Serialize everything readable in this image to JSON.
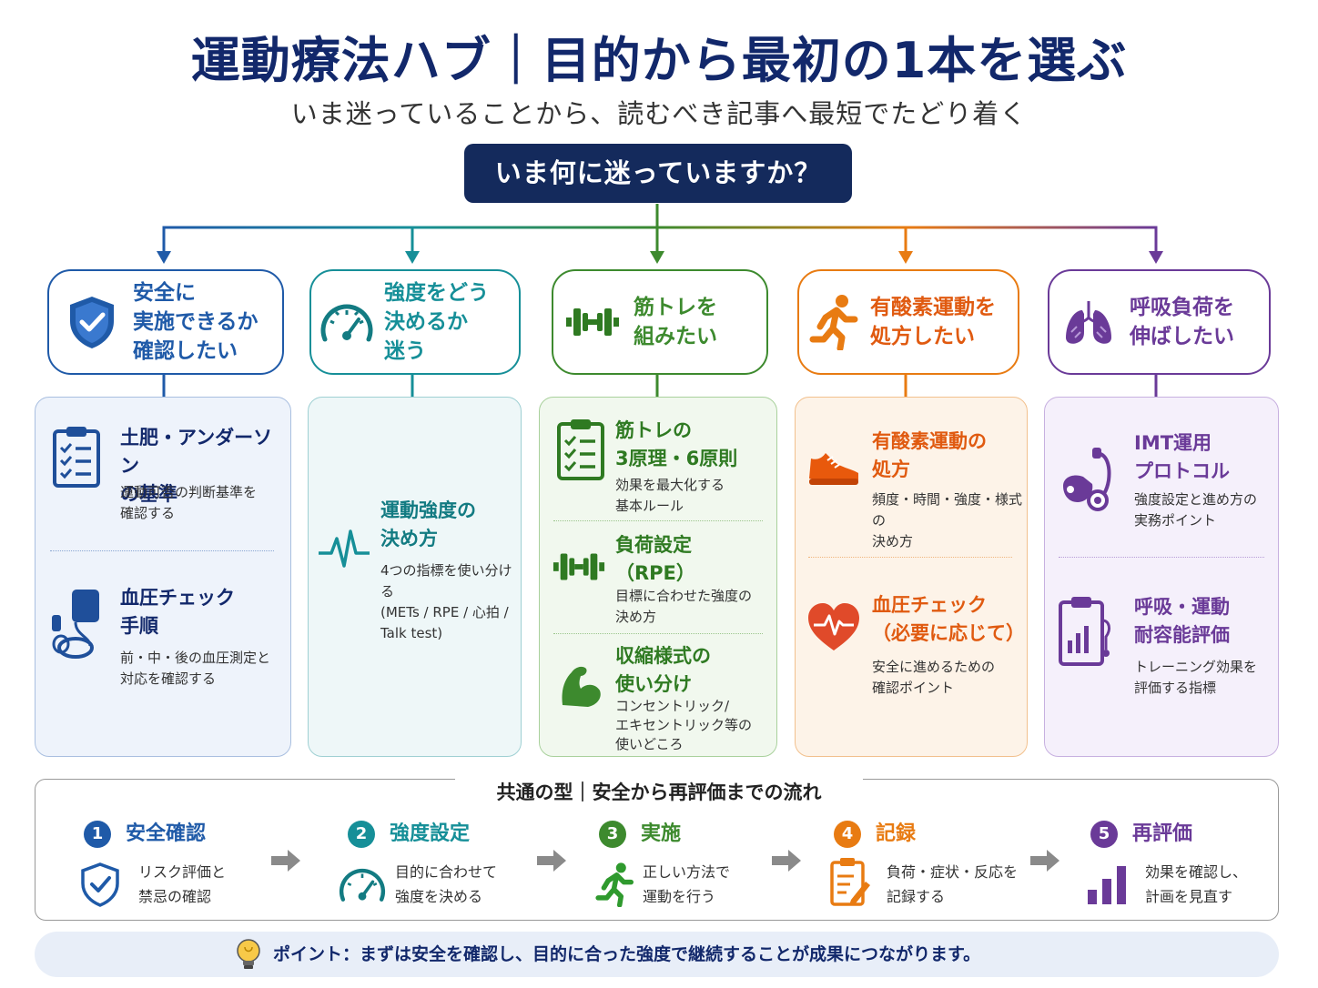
{
  "header": {
    "title": "運動療法ハブ｜目的から最初の1本を選ぶ",
    "subtitle": "いま迷っていることから、読むべき記事へ最短でたどり着く",
    "question": "いま何に迷っていますか？"
  },
  "colors": {
    "navy": "#142a5c",
    "blue": "#1f5aa8",
    "teal": "#168f98",
    "green": "#3d8a2e",
    "orange": "#e87b12",
    "purple": "#6a3a98"
  },
  "categories": [
    {
      "label": "安全に\n実施できるか\n確認したい",
      "icon": "shield-check-icon",
      "items": [
        {
          "icon": "clipboard-checklist-icon",
          "title": "土肥・アンダーソン\nの基準",
          "desc": "運動可否の判断基準を\n確認する"
        },
        {
          "icon": "blood-pressure-monitor-icon",
          "title": "血圧チェック\n手順",
          "desc": "前・中・後の血圧測定と\n対応を確認する"
        }
      ]
    },
    {
      "label": "強度をどう\n決めるか\n迷う",
      "icon": "gauge-icon",
      "items": [
        {
          "icon": "pulse-wave-icon",
          "title": "運動強度の\n決め方",
          "desc": "4つの指標を使い分ける\n(METs / RPE / 心拍 /\nTalk test)"
        }
      ]
    },
    {
      "label": "筋トレを\n組みたい",
      "icon": "dumbbell-icon",
      "items": [
        {
          "icon": "clipboard-checklist-icon",
          "title": "筋トレの\n3原理・6原則",
          "desc": "効果を最大化する\n基本ルール"
        },
        {
          "icon": "dumbbell-icon",
          "title": "負荷設定\n（RPE）",
          "desc": "目標に合わせた強度の\n決め方"
        },
        {
          "icon": "flexed-arm-icon",
          "title": "収縮様式の\n使い分け",
          "desc": "コンセントリック/\nエキセントリック等の\n使いどころ"
        }
      ]
    },
    {
      "label": "有酸素運動を\n処方したい",
      "icon": "running-person-icon",
      "items": [
        {
          "icon": "sneaker-icon",
          "title": "有酸素運動の\n処方",
          "desc": "頻度・時間・強度・様式の\n決め方"
        },
        {
          "icon": "heart-pulse-icon",
          "title": "血圧チェック\n（必要に応じて）",
          "desc": "安全に進めるための\n確認ポイント"
        }
      ]
    },
    {
      "label": "呼吸負荷を\n伸ばしたい",
      "icon": "lungs-icon",
      "items": [
        {
          "icon": "breathing-trainer-icon",
          "title": "IMT運用\nプロトコル",
          "desc": "強度設定と進め方の\n実務ポイント"
        },
        {
          "icon": "clipboard-chart-icon",
          "title": "呼吸・運動\n耐容能評価",
          "desc": "トレーニング効果を\n評価する指標"
        }
      ]
    }
  ],
  "flow": {
    "title": "共通の型｜安全から再評価までの流れ",
    "steps": [
      {
        "num": "1",
        "label": "安全確認",
        "icon": "shield-check-icon",
        "desc": "リスク評価と\n禁忌の確認"
      },
      {
        "num": "2",
        "label": "強度設定",
        "icon": "gauge-icon",
        "desc": "目的に合わせて\n強度を決める"
      },
      {
        "num": "3",
        "label": "実施",
        "icon": "running-person-icon",
        "desc": "正しい方法で\n運動を行う"
      },
      {
        "num": "4",
        "label": "記録",
        "icon": "clipboard-pencil-icon",
        "desc": "負荷・症状・反応を\n記録する"
      },
      {
        "num": "5",
        "label": "再評価",
        "icon": "bar-chart-icon",
        "desc": "効果を確認し、\n計画を見直す"
      }
    ]
  },
  "point": {
    "icon": "lightbulb-icon",
    "text": "ポイント：まずは安全を確認し、目的に合った強度で継続することが成果につながります。"
  }
}
